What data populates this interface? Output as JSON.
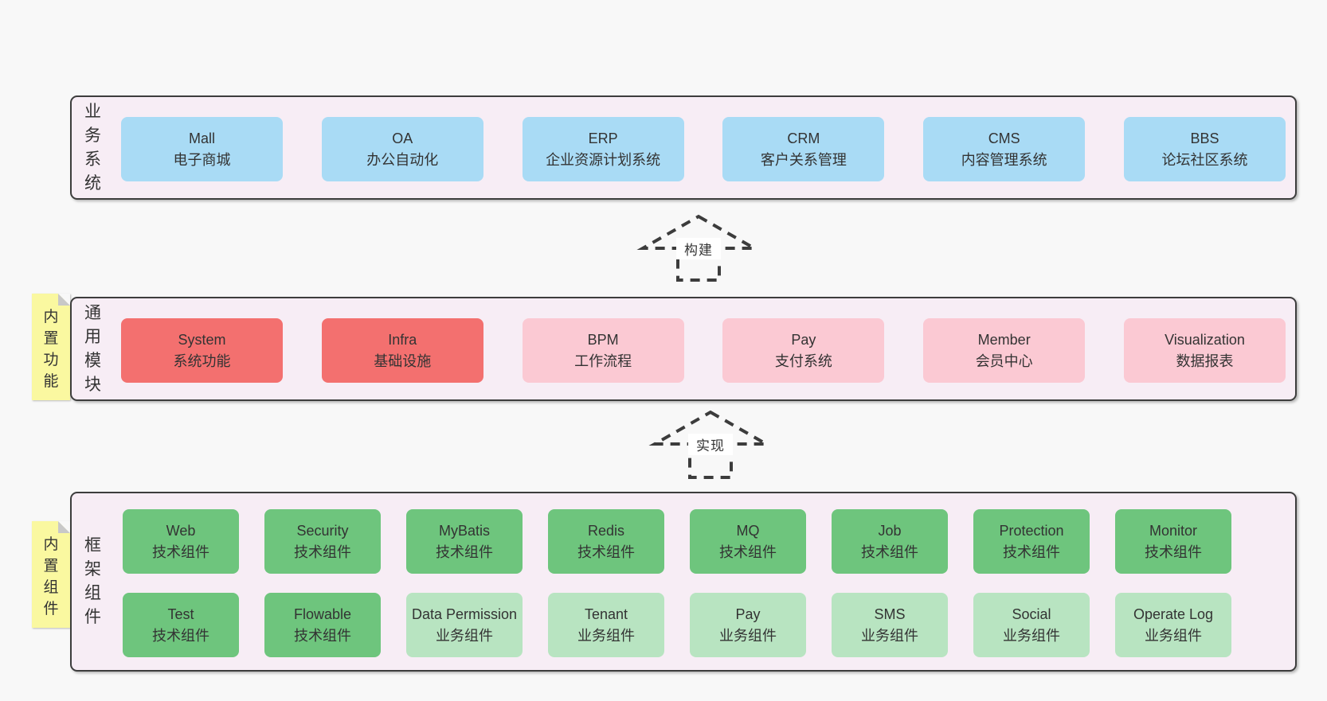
{
  "colors": {
    "page_bg": "#f8f8f8",
    "panel_bg": "#f7edf5",
    "panel_border": "#3d3d3d",
    "blue_box": "#a9dbf5",
    "red_box": "#f3706f",
    "pink_box": "#fbc9d3",
    "green_box": "#6ec57d",
    "light_green_box": "#b8e4c1",
    "sticky_yellow": "#faf8a0",
    "fold_gray": "#c8c8c8",
    "text": "#333333"
  },
  "arrows": [
    {
      "label": "构建"
    },
    {
      "label": "实现"
    }
  ],
  "sections": [
    {
      "label": "业务系统",
      "boxes": [
        {
          "l1": "Mall",
          "l2": "电子商城"
        },
        {
          "l1": "OA",
          "l2": "办公自动化"
        },
        {
          "l1": "ERP",
          "l2": "企业资源计划系统"
        },
        {
          "l1": "CRM",
          "l2": "客户关系管理"
        },
        {
          "l1": "CMS",
          "l2": "内容管理系统"
        },
        {
          "l1": "BBS",
          "l2": "论坛社区系统"
        }
      ]
    },
    {
      "label": "通用模块",
      "sticky": "内置功能",
      "boxes": [
        {
          "l1": "System",
          "l2": "系统功能"
        },
        {
          "l1": "Infra",
          "l2": "基础设施"
        },
        {
          "l1": "BPM",
          "l2": "工作流程"
        },
        {
          "l1": "Pay",
          "l2": "支付系统"
        },
        {
          "l1": "Member",
          "l2": "会员中心"
        },
        {
          "l1": "Visualization",
          "l2": "数据报表"
        }
      ]
    },
    {
      "label": "框架组件",
      "sticky": "内置组件",
      "rows": [
        [
          {
            "l1": "Web",
            "l2": "技术组件"
          },
          {
            "l1": "Security",
            "l2": "技术组件"
          },
          {
            "l1": "MyBatis",
            "l2": "技术组件"
          },
          {
            "l1": "Redis",
            "l2": "技术组件"
          },
          {
            "l1": "MQ",
            "l2": "技术组件"
          },
          {
            "l1": "Job",
            "l2": "技术组件"
          },
          {
            "l1": "Protection",
            "l2": "技术组件"
          },
          {
            "l1": "Monitor",
            "l2": "技术组件"
          }
        ],
        [
          {
            "l1": "Test",
            "l2": "技术组件"
          },
          {
            "l1": "Flowable",
            "l2": "技术组件"
          },
          {
            "l1": "Data Permission",
            "l2": "业务组件"
          },
          {
            "l1": "Tenant",
            "l2": "业务组件"
          },
          {
            "l1": "Pay",
            "l2": "业务组件"
          },
          {
            "l1": "SMS",
            "l2": "业务组件"
          },
          {
            "l1": "Social",
            "l2": "业务组件"
          },
          {
            "l1": "Operate Log",
            "l2": "业务组件"
          }
        ]
      ]
    }
  ]
}
